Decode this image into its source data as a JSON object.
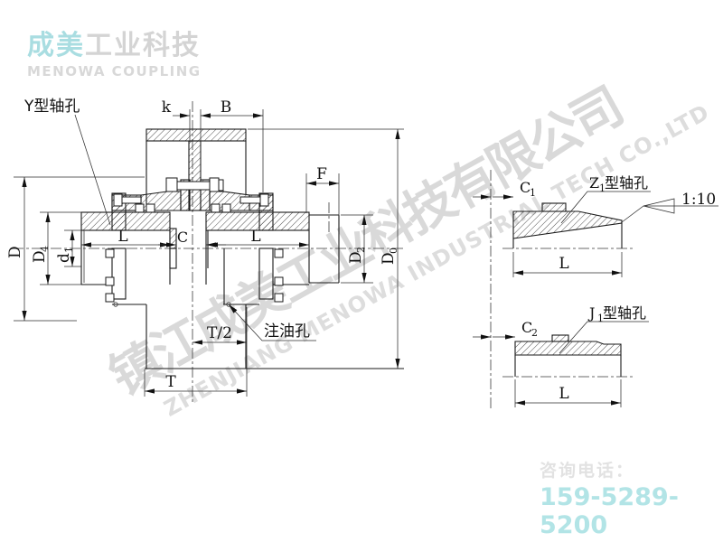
{
  "logo": {
    "brand": "成美",
    "brand2": "工业科技",
    "tagline": "MENOWA COUPLING"
  },
  "watermark": {
    "cn": "镇江成美工业科技有限公司",
    "en": "ZHENJIANG MENOWA INDUSTRIAL TECH CO.,LTD"
  },
  "contact": {
    "label": "咨询电话：",
    "phone": "159-5289-5200"
  },
  "colors": {
    "teal": "#a9dde1",
    "gray_light": "#d8d8d8",
    "watermark_gray": "#d9d9d9",
    "line": "#1a1a1a"
  },
  "main_view": {
    "callout_y_bore": "Y型轴孔",
    "callout_oil_hole": "注油孔",
    "dim_k": "k",
    "dim_B": "B",
    "dim_F": "F",
    "dim_C": "C",
    "dim_L_left": "L",
    "dim_L_right": "L",
    "dim_D": "D",
    "dim_D4_base": "D",
    "dim_D4_sub": "4",
    "dim_d1_base": "d",
    "dim_d1_sub": "1",
    "dim_D2_base": "D",
    "dim_D2_sub": "2",
    "dim_D0_base": "D",
    "dim_D0_sub": "0",
    "dim_T_half": "T/2",
    "dim_T": "T"
  },
  "z1_view": {
    "callout_base": "Z",
    "callout_sub": "1",
    "callout_rest": "型轴孔",
    "dim_C_base": "C",
    "dim_C_sub": "1",
    "dim_L": "L",
    "taper": "1:10"
  },
  "j1_view": {
    "callout_base": "J",
    "callout_sub": "1",
    "callout_rest": "型轴孔",
    "dim_C_base": "C",
    "dim_C_sub": "2",
    "dim_L": "L"
  }
}
